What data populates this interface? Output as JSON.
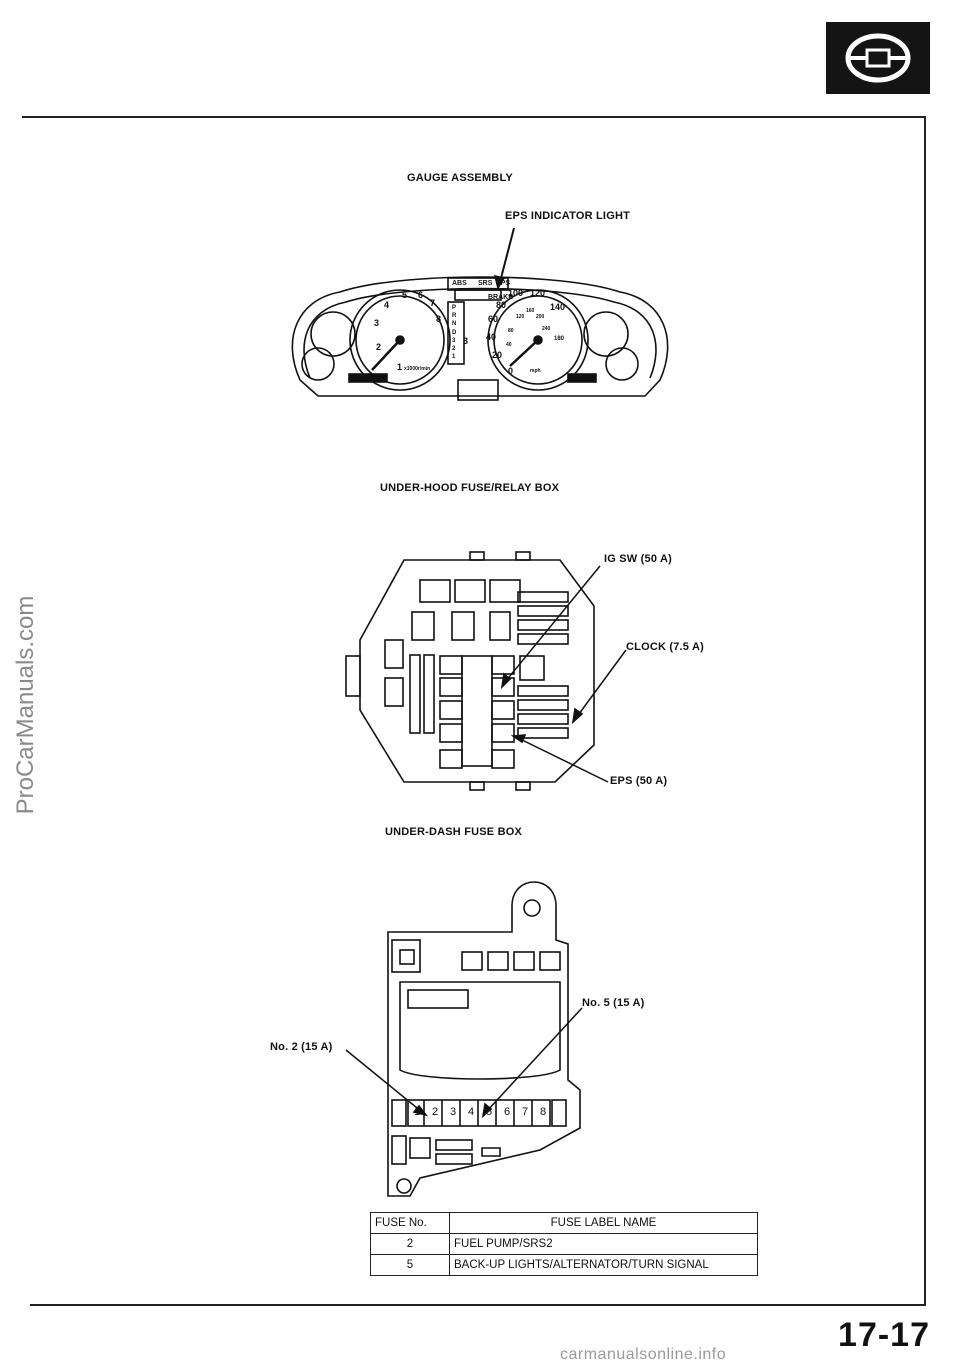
{
  "header": {
    "section_icon": "steering-wheel-icon"
  },
  "gauge": {
    "title": "GAUGE ASSEMBLY",
    "callout": "EPS INDICATOR LIGHT",
    "warning_labels": [
      "ABS",
      "SRS",
      "EPS",
      "BRAKE"
    ],
    "tach_numbers": [
      "1",
      "2",
      "3",
      "4",
      "5",
      "6",
      "7",
      "8"
    ],
    "tach_unit": "x1000r/min",
    "speedo_mph": [
      "0",
      "20",
      "40",
      "60",
      "80",
      "100",
      "120",
      "140"
    ],
    "speedo_kmh": [
      "40",
      "80",
      "120",
      "160",
      "200",
      "240",
      "180"
    ],
    "speedo_unit": "mph",
    "gear_letters": [
      "P",
      "R",
      "N",
      "D",
      "3",
      "2",
      "1"
    ],
    "gear_display": "3"
  },
  "underhood": {
    "title": "UNDER-HOOD FUSE/RELAY BOX",
    "callouts": [
      "IG SW (50 A)",
      "CLOCK (7.5 A)",
      "EPS (50 A)"
    ]
  },
  "underdash": {
    "title": "UNDER-DASH FUSE BOX",
    "callouts": [
      "No. 2 (15 A)",
      "No. 5 (15 A)"
    ],
    "fuse_numbers": [
      "1",
      "2",
      "3",
      "4",
      "5",
      "6",
      "7",
      "8"
    ]
  },
  "fuse_table": {
    "headers": [
      "FUSE No.",
      "FUSE LABEL NAME"
    ],
    "rows": [
      {
        "no": "2",
        "name": "FUEL PUMP/SRS2"
      },
      {
        "no": "5",
        "name": "BACK-UP LIGHTS/ALTERNATOR/TURN SIGNAL"
      }
    ]
  },
  "page_number": "17-17",
  "watermarks": {
    "side": "ProCarManuals.com",
    "bottom": "carmanualsonline.info"
  }
}
